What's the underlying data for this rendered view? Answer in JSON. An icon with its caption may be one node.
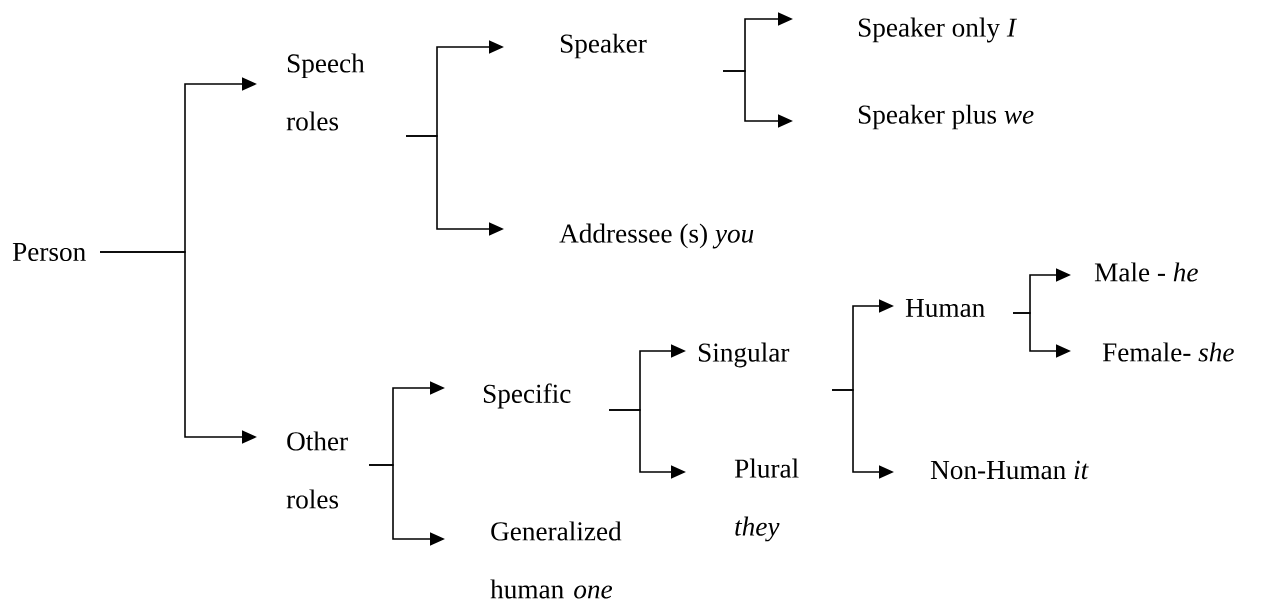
{
  "diagram": {
    "nodes": [
      {
        "text": [
          "Person"
        ]
      },
      {
        "text": [
          "Speech roles"
        ]
      },
      {
        "text": [
          "Speaker"
        ]
      },
      {
        "text": [
          "Speaker only *I*"
        ]
      },
      {
        "text": [
          "Speaker plus *we*"
        ]
      },
      {
        "text": [
          "Addressee (s) *you*"
        ]
      },
      {
        "text": [
          "Other roles"
        ]
      },
      {
        "text": [
          "Specific"
        ]
      },
      {
        "text": [
          "Generalized human *one*"
        ]
      },
      {
        "text": [
          "Singular"
        ]
      },
      {
        "text": [
          "Plural *they*"
        ]
      },
      {
        "text": [
          "Human"
        ]
      },
      {
        "text": [
          "Male - *he*"
        ]
      },
      {
        "text": [
          "Female- *she*"
        ]
      },
      {
        "text": [
          "Non-Human *it*"
        ]
      }
    ],
    "edges": [
      {
        "from": 0,
        "to": 1,
        "arrow": "to"
      },
      {
        "from": 0,
        "to": 6,
        "arrow": "to"
      },
      {
        "from": 1,
        "to": 2,
        "arrow": "to"
      },
      {
        "from": 1,
        "to": 5,
        "arrow": "to"
      },
      {
        "from": 2,
        "to": 3,
        "arrow": "to"
      },
      {
        "from": 2,
        "to": 4,
        "arrow": "to"
      },
      {
        "from": 6,
        "to": 7,
        "arrow": "to"
      },
      {
        "from": 6,
        "to": 8,
        "arrow": "to"
      },
      {
        "from": 7,
        "to": 9,
        "arrow": "to"
      },
      {
        "from": 7,
        "to": 10,
        "arrow": "to"
      },
      {
        "from": 9,
        "to": 11,
        "arrow": "to"
      },
      {
        "from": 9,
        "to": 14,
        "arrow": "to"
      },
      {
        "from": 11,
        "to": 12,
        "arrow": "to"
      },
      {
        "from": 11,
        "to": 13,
        "arrow": "to"
      }
    ]
  }
}
